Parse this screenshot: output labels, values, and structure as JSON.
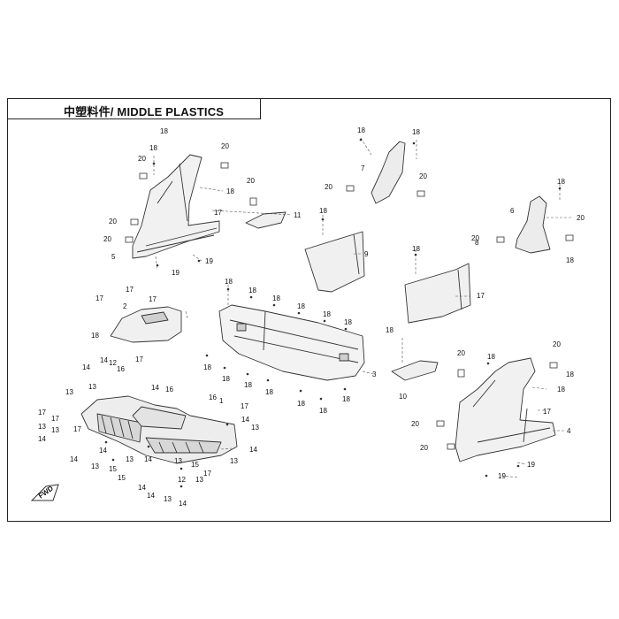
{
  "title": "中塑料件/ MIDDLE PLASTICS",
  "direction_marker": "FWD",
  "callouts": [
    {
      "id": "c1",
      "text": "18"
    },
    {
      "id": "c2",
      "text": "18"
    },
    {
      "id": "c3",
      "text": "20"
    },
    {
      "id": "c4",
      "text": "20"
    },
    {
      "id": "c5",
      "text": "18"
    },
    {
      "id": "c6",
      "text": "20"
    },
    {
      "id": "c7",
      "text": "17"
    },
    {
      "id": "c8",
      "text": "11"
    },
    {
      "id": "c9",
      "text": "20"
    },
    {
      "id": "c10",
      "text": "20"
    },
    {
      "id": "c11",
      "text": "5"
    },
    {
      "id": "c12",
      "text": "19"
    },
    {
      "id": "c13",
      "text": "19"
    },
    {
      "id": "c14",
      "text": "18"
    },
    {
      "id": "c15",
      "text": "18"
    },
    {
      "id": "c16",
      "text": "7"
    },
    {
      "id": "c17",
      "text": "20"
    },
    {
      "id": "c18",
      "text": "20"
    },
    {
      "id": "c19",
      "text": "18"
    },
    {
      "id": "c20",
      "text": "9"
    },
    {
      "id": "c21",
      "text": "18"
    },
    {
      "id": "c22",
      "text": "6"
    },
    {
      "id": "c23",
      "text": "18"
    },
    {
      "id": "c24",
      "text": "20"
    },
    {
      "id": "c25",
      "text": "20"
    },
    {
      "id": "c26",
      "text": "18"
    },
    {
      "id": "c27",
      "text": "8"
    },
    {
      "id": "c28",
      "text": "17"
    },
    {
      "id": "c29",
      "text": "17"
    },
    {
      "id": "c30",
      "text": "17"
    },
    {
      "id": "c31",
      "text": "17"
    },
    {
      "id": "c32",
      "text": "2"
    },
    {
      "id": "c33",
      "text": "18"
    },
    {
      "id": "c34",
      "text": "18"
    },
    {
      "id": "c35",
      "text": "18"
    },
    {
      "id": "c36",
      "text": "18"
    },
    {
      "id": "c37",
      "text": "18"
    },
    {
      "id": "c38",
      "text": "18"
    },
    {
      "id": "c39",
      "text": "18"
    },
    {
      "id": "c40",
      "text": "18"
    },
    {
      "id": "c41",
      "text": "18"
    },
    {
      "id": "c42",
      "text": "18"
    },
    {
      "id": "c43",
      "text": "18"
    },
    {
      "id": "c44",
      "text": "18"
    },
    {
      "id": "c45",
      "text": "18"
    },
    {
      "id": "c46",
      "text": "18"
    },
    {
      "id": "c47",
      "text": "3"
    },
    {
      "id": "c48",
      "text": "18"
    },
    {
      "id": "c49",
      "text": "10"
    },
    {
      "id": "c50",
      "text": "20"
    },
    {
      "id": "c51",
      "text": "20"
    },
    {
      "id": "c52",
      "text": "18"
    },
    {
      "id": "c53",
      "text": "18"
    },
    {
      "id": "c54",
      "text": "18"
    },
    {
      "id": "c55",
      "text": "17"
    },
    {
      "id": "c56",
      "text": "20"
    },
    {
      "id": "c57",
      "text": "4"
    },
    {
      "id": "c58",
      "text": "20"
    },
    {
      "id": "c59",
      "text": "19"
    },
    {
      "id": "c60",
      "text": "19"
    },
    {
      "id": "c61",
      "text": "14"
    },
    {
      "id": "c62",
      "text": "14"
    },
    {
      "id": "c63",
      "text": "12"
    },
    {
      "id": "c64",
      "text": "16"
    },
    {
      "id": "c65",
      "text": "17"
    },
    {
      "id": "c66",
      "text": "13"
    },
    {
      "id": "c67",
      "text": "13"
    },
    {
      "id": "c68",
      "text": "14"
    },
    {
      "id": "c69",
      "text": "16"
    },
    {
      "id": "c70",
      "text": "17"
    },
    {
      "id": "c71",
      "text": "17"
    },
    {
      "id": "c72",
      "text": "13"
    },
    {
      "id": "c73",
      "text": "13"
    },
    {
      "id": "c74",
      "text": "14"
    },
    {
      "id": "c75",
      "text": "17"
    },
    {
      "id": "c76",
      "text": "14"
    },
    {
      "id": "c77",
      "text": "14"
    },
    {
      "id": "c78",
      "text": "13"
    },
    {
      "id": "c79",
      "text": "13"
    },
    {
      "id": "c80",
      "text": "15"
    },
    {
      "id": "c81",
      "text": "15"
    },
    {
      "id": "c82",
      "text": "14"
    },
    {
      "id": "c83",
      "text": "14"
    },
    {
      "id": "c84",
      "text": "13"
    },
    {
      "id": "c85",
      "text": "15"
    },
    {
      "id": "c86",
      "text": "14"
    },
    {
      "id": "c87",
      "text": "13"
    },
    {
      "id": "c88",
      "text": "12"
    },
    {
      "id": "c89",
      "text": "13"
    },
    {
      "id": "c90",
      "text": "14"
    },
    {
      "id": "c91",
      "text": "16"
    },
    {
      "id": "c92",
      "text": "1"
    },
    {
      "id": "c93",
      "text": "17"
    },
    {
      "id": "c94",
      "text": "14"
    },
    {
      "id": "c95",
      "text": "13"
    },
    {
      "id": "c96",
      "text": "14"
    },
    {
      "id": "c97",
      "text": "13"
    },
    {
      "id": "c98",
      "text": "17"
    }
  ]
}
